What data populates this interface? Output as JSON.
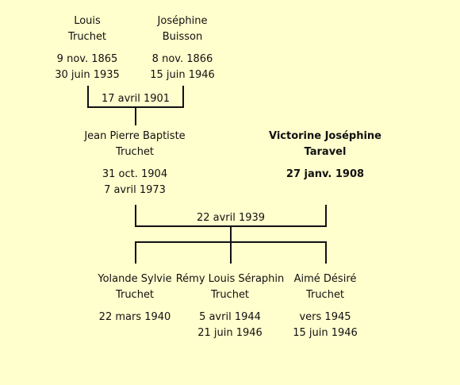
{
  "generation1": {
    "father": {
      "first_name": "Louis",
      "last_name": "Truchet",
      "birth": "9 nov. 1865",
      "death": "30 juin 1935"
    },
    "mother": {
      "first_name": "Joséphine",
      "last_name": "Buisson",
      "birth": "8 nov. 1866",
      "death": "15 juin 1946"
    },
    "marriage": "17 avril 1901"
  },
  "generation2": {
    "husband": {
      "first_name": "Jean Pierre Baptiste",
      "last_name": "Truchet",
      "birth": "31 oct. 1904",
      "death": "7 avril 1973"
    },
    "wife": {
      "first_name": "Victorine Joséphine",
      "last_name": "Taravel",
      "birth": "27 janv. 1908"
    },
    "marriage": "22 avril 1939"
  },
  "children": [
    {
      "first_name": "Yolande Sylvie",
      "last_name": "Truchet",
      "birth": "22 mars 1940"
    },
    {
      "first_name": "Rémy Louis Séraphin",
      "last_name": "Truchet",
      "birth": "5 avril 1944",
      "death": "21 juin 1946"
    },
    {
      "first_name": "Aimé Désiré",
      "last_name": "Truchet",
      "birth": "vers 1945",
      "death": "15 juin 1946"
    }
  ]
}
